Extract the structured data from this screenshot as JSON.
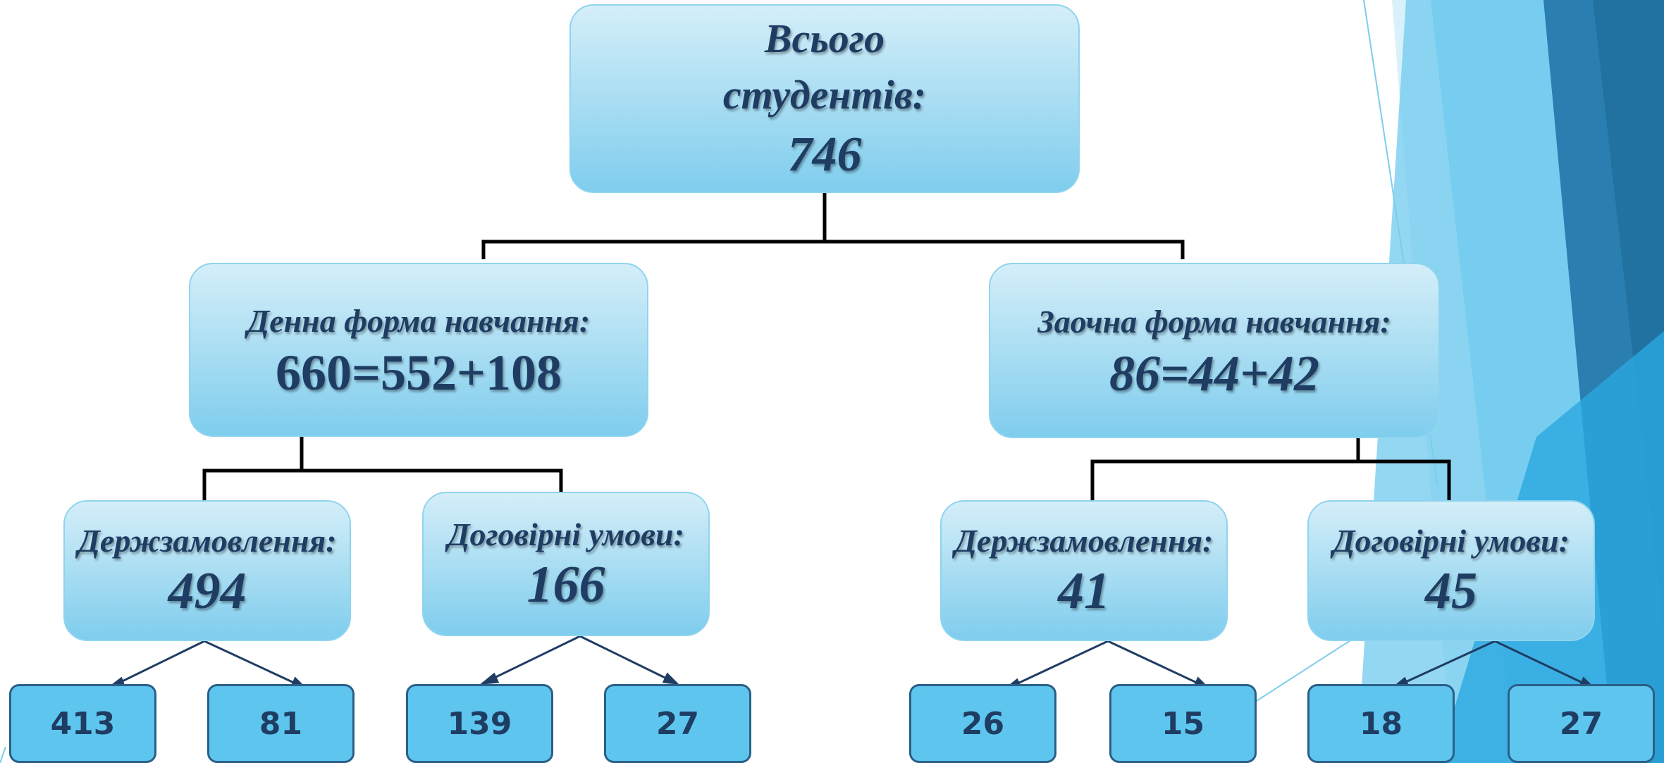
{
  "colors": {
    "node_text": "#1f3d63",
    "node_border": "#8fd4ee",
    "leaf_fill": "#5ec6ee",
    "leaf_border": "#2a5f88",
    "connector": "#000000",
    "arrow": "#1f3d63"
  },
  "root": {
    "line1": "Всього",
    "line2": "студентів:",
    "value": "746"
  },
  "day": {
    "label": "Денна форма навчання:",
    "value": "660=552+108",
    "state": {
      "label": "Держзамовлення:",
      "value": "494",
      "leaves": [
        "413",
        "81"
      ]
    },
    "contract": {
      "label": "Договірні умови:",
      "value": "166",
      "leaves": [
        "139",
        "27"
      ]
    }
  },
  "extramural": {
    "label": "Заочна форма навчання:",
    "value": "86=44+42",
    "state": {
      "label": "Держзамовлення:",
      "value": "41",
      "leaves": [
        "26",
        "15"
      ]
    },
    "contract": {
      "label": "Договірні умови:",
      "value": "45",
      "leaves": [
        "18",
        "27"
      ]
    }
  }
}
